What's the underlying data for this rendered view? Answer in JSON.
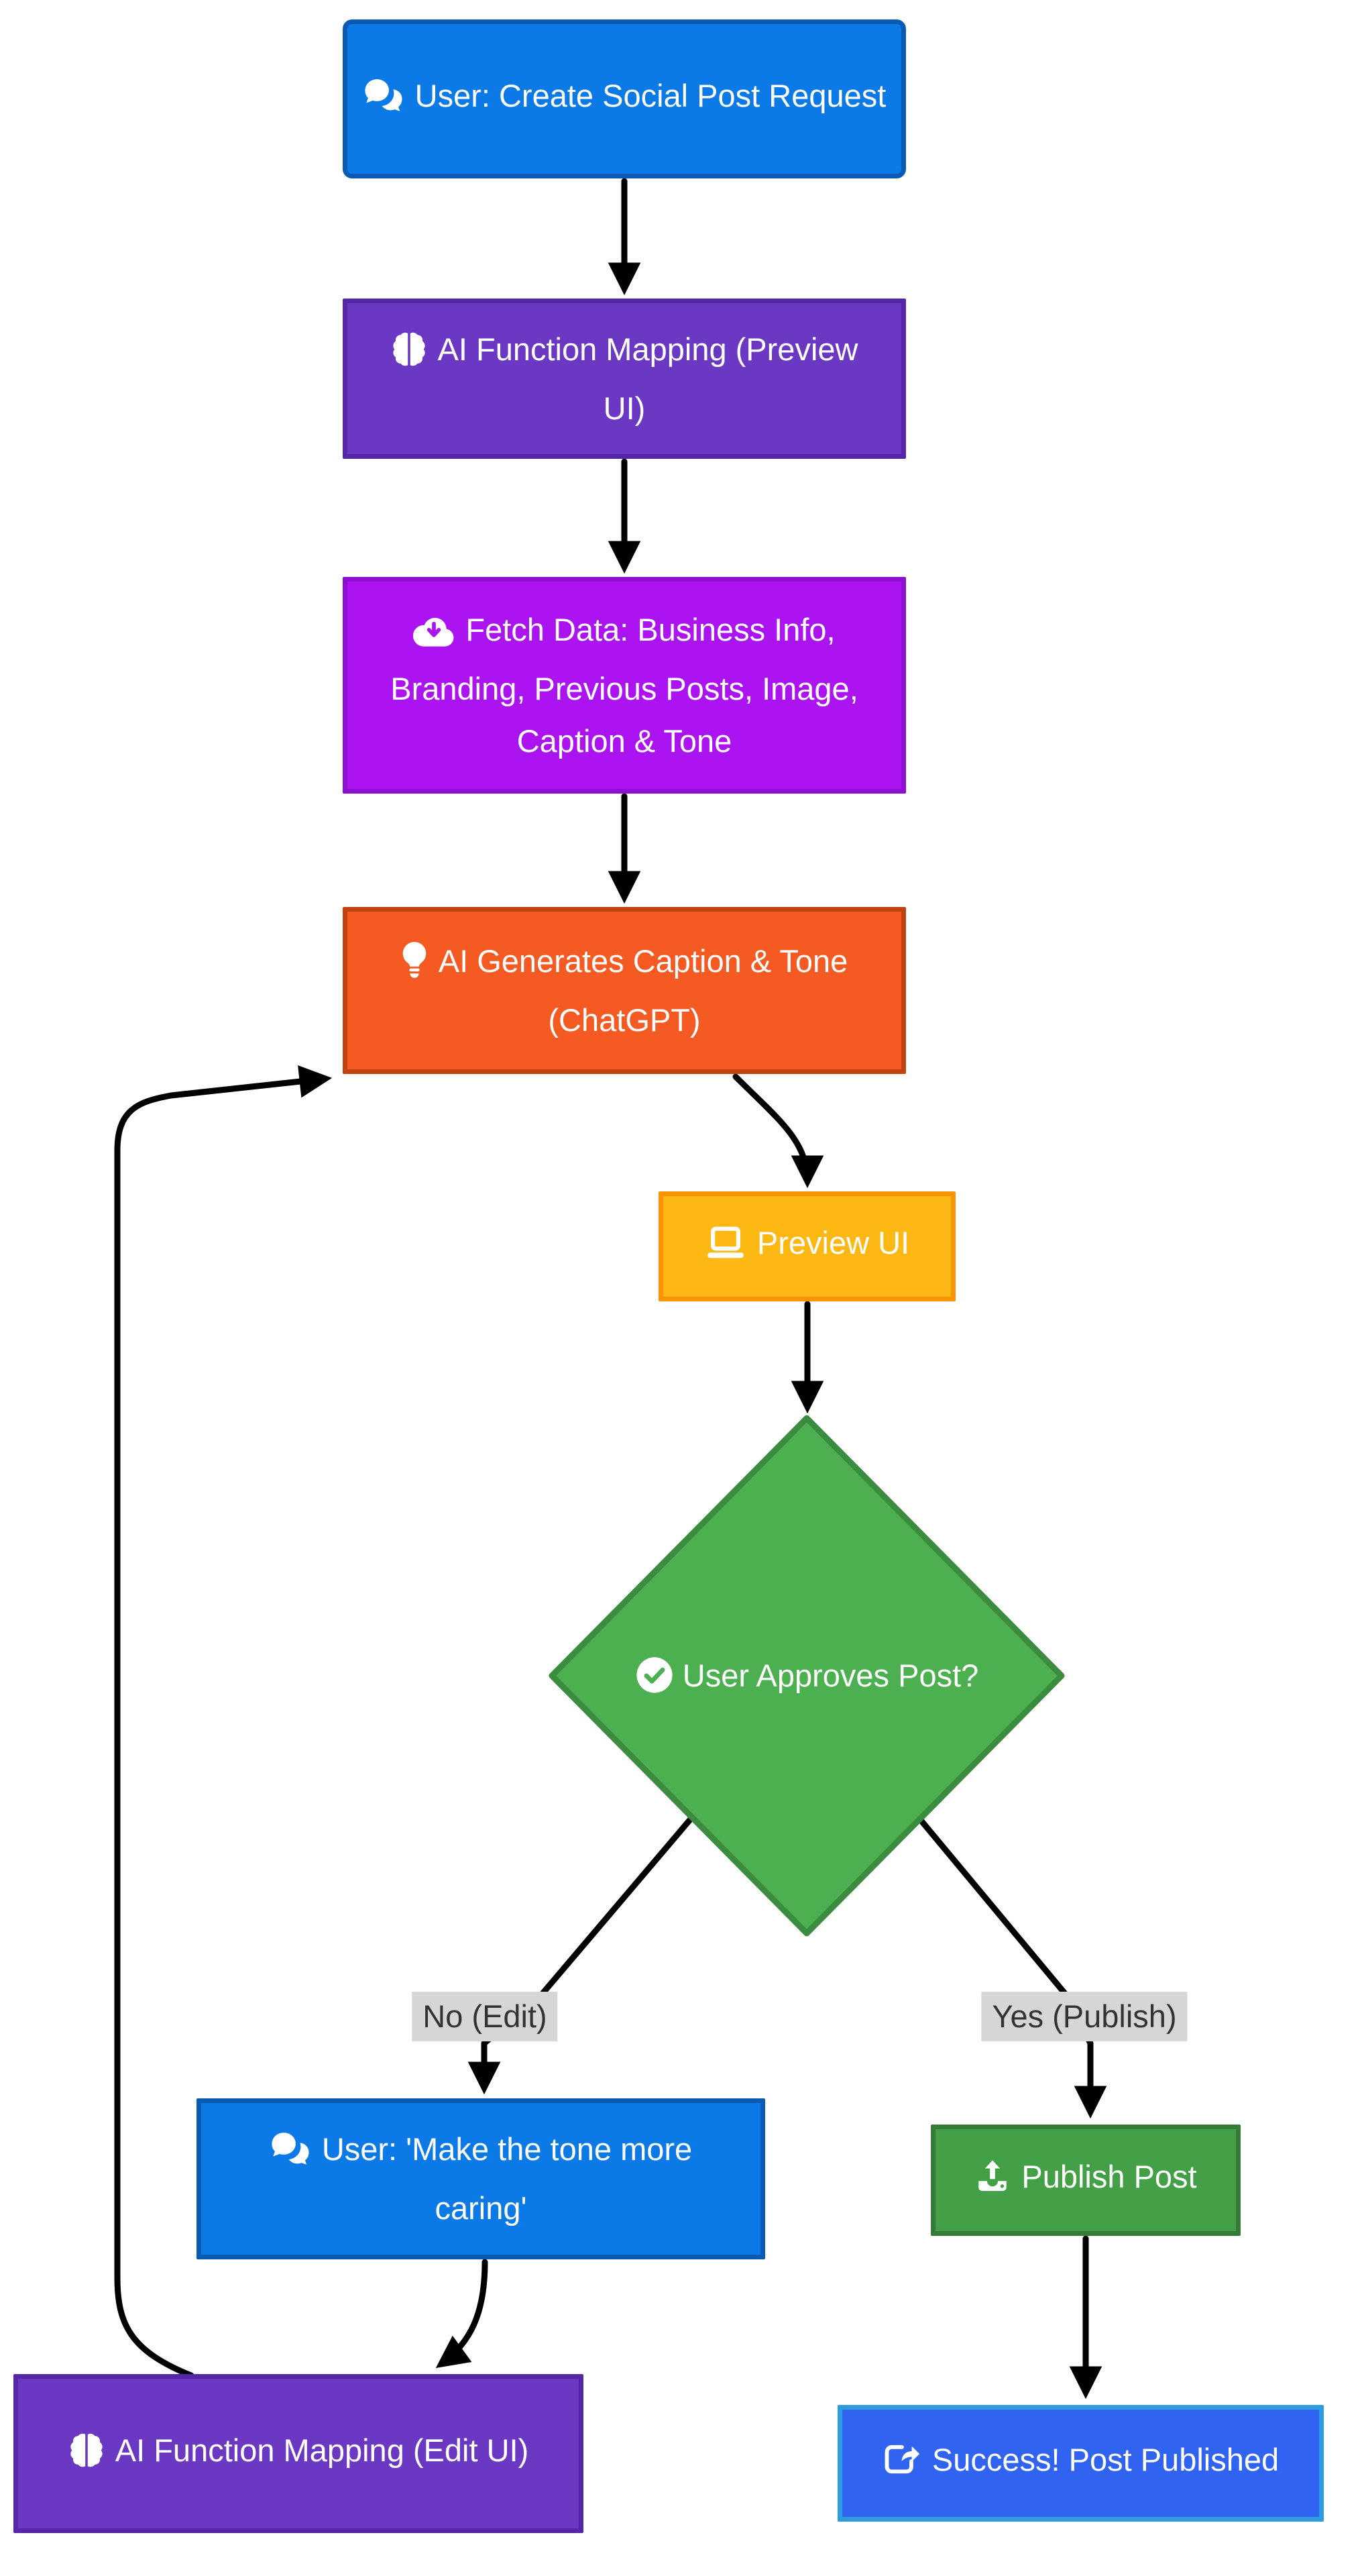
{
  "diagram": {
    "background": "#ffffff",
    "edge_color": "#000000",
    "label_bg": "#d6d6d6",
    "label_text_color": "#333333",
    "nodes": [
      {
        "id": "request",
        "label": "User: Create Social Post Request",
        "icon": "comments-icon",
        "fill": "#0b79e6",
        "stroke": "#0a5ab5",
        "shape": "rounded-rect"
      },
      {
        "id": "mapping-preview",
        "label": "AI Function Mapping (Preview UI)",
        "icon": "brain-icon",
        "fill": "#6a38c2",
        "stroke": "#5527a8",
        "shape": "rect"
      },
      {
        "id": "fetch-data",
        "label": "Fetch Data: Business Info, Branding, Previous Posts, Image, Caption & Tone",
        "icon": "cloud-download-icon",
        "fill": "#ab14f0",
        "stroke": "#8d0fd0",
        "shape": "rect"
      },
      {
        "id": "generate-caption",
        "label": "AI Generates Caption & Tone (ChatGPT)",
        "icon": "lightbulb-icon",
        "fill": "#f55a22",
        "stroke": "#c24311",
        "shape": "rect"
      },
      {
        "id": "preview-ui",
        "label": "Preview UI",
        "icon": "laptop-icon",
        "fill": "#fdb813",
        "stroke": "#f89406",
        "shape": "rect"
      },
      {
        "id": "user-approves",
        "label": "User Approves Post?",
        "icon": "check-circle-icon",
        "fill": "#4caf50",
        "stroke": "#3b8c3f",
        "shape": "diamond"
      },
      {
        "id": "edit-request",
        "label": "User: 'Make the tone more caring'",
        "icon": "comments-icon",
        "fill": "#0b79e6",
        "stroke": "#0a5ab5",
        "shape": "rect"
      },
      {
        "id": "publish-post",
        "label": "Publish Post",
        "icon": "upload-icon",
        "fill": "#43a047",
        "stroke": "#357a38",
        "shape": "rect"
      },
      {
        "id": "mapping-edit",
        "label": "AI Function Mapping (Edit UI)",
        "icon": "brain-icon",
        "fill": "#6a38c2",
        "stroke": "#5527a8",
        "shape": "rect"
      },
      {
        "id": "success",
        "label": "Success! Post Published",
        "icon": "share-icon",
        "fill": "#2f63f0",
        "stroke": "#2d9ce0",
        "shape": "rect"
      }
    ],
    "edge_labels": [
      {
        "id": "no-edit",
        "text": "No (Edit)"
      },
      {
        "id": "yes-publish",
        "text": "Yes (Publish)"
      }
    ]
  }
}
